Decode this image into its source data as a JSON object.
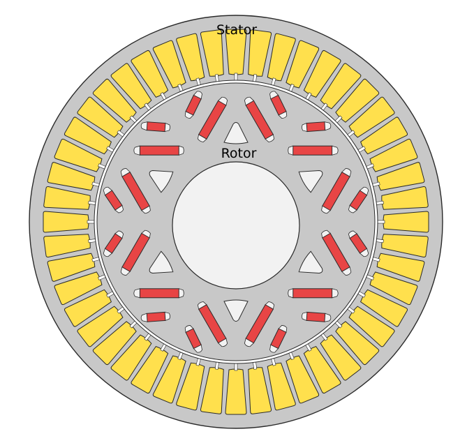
{
  "labels": {
    "stator": "Stator",
    "rotor": "Rotor"
  },
  "colors": {
    "stator_core": "#c8c8c8",
    "rotor_core": "#c8c8c8",
    "outline": "#2a2a2a",
    "winding_slot": "#ffe04d",
    "permanent_magnet": "#e84545",
    "flux_barrier": "#f2f2f2",
    "shaft_bore": "#f2f2f2",
    "background": "#ffffff"
  },
  "counts": {
    "stator_slots": 48,
    "rotor_poles": 6,
    "magnets_per_pole": 4
  }
}
